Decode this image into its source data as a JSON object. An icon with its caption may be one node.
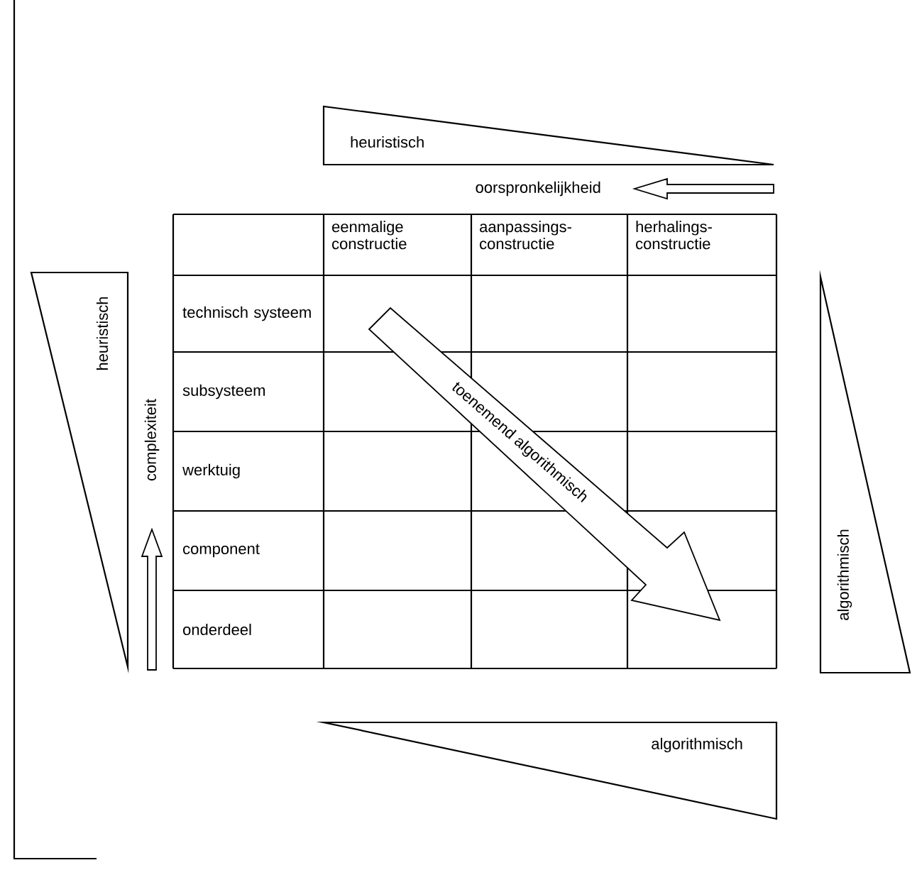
{
  "diagram": {
    "nodes": [
      {
        "text": [
          "heuristisch"
        ]
      },
      {
        "text": [
          "heuristisch"
        ]
      },
      {
        "text": [
          "algorithmisch"
        ]
      },
      {
        "text": [
          "algorithmisch"
        ]
      }
    ],
    "labels": [
      "oorspronkelijkheid",
      "complexiteit",
      "toenemend algorithmisch",
      "eenmalige constructie",
      "aanpassings-constructie",
      "herhalings-constructie",
      "technisch systeem",
      "subsysteem",
      "werktuig",
      "component",
      "onderdeel"
    ]
  }
}
